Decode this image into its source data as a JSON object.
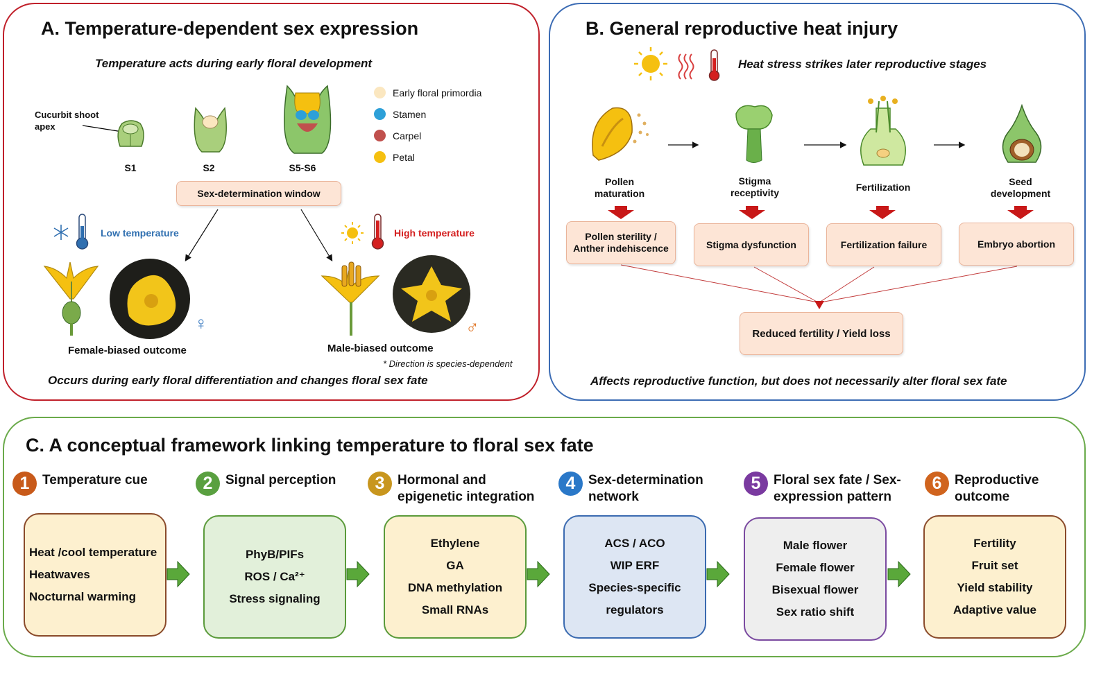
{
  "panelA": {
    "title": "A. Temperature-dependent sex expression",
    "subtitle": "Temperature acts during early floral development",
    "apex_label": "Cucurbit shoot\napex",
    "stages": [
      "S1",
      "S2",
      "S5-S6"
    ],
    "legend": [
      {
        "label": "Early floral primordia",
        "color": "#fbe7c0"
      },
      {
        "label": "Stamen",
        "color": "#2da0d8"
      },
      {
        "label": "Carpel",
        "color": "#c0504d"
      },
      {
        "label": "Petal",
        "color": "#f5c010"
      }
    ],
    "window_label": "Sex-determination window",
    "low_temp": "Low temperature",
    "high_temp": "High temperature",
    "female_outcome": "Female-biased outcome",
    "male_outcome": "Male-biased outcome",
    "female_symbol": "♀",
    "male_symbol": "♂",
    "note": "* Direction is species-dependent",
    "footer": "Occurs during early floral differentiation and changes floral sex fate",
    "colors": {
      "border": "#c0202a",
      "low": "#2f6fb0",
      "high": "#d42020",
      "female_sym": "#3a7ac0",
      "male_sym": "#e0782a"
    }
  },
  "panelB": {
    "title": "B. General reproductive heat injury",
    "subtitle": "Heat stress strikes later reproductive stages",
    "stages": [
      {
        "label": "Pollen\nmaturation",
        "effect": "Pollen sterility /\nAnther indehiscence"
      },
      {
        "label": "Stigma\nreceptivity",
        "effect": "Stigma dysfunction"
      },
      {
        "label": "Fertilization",
        "effect": "Fertilization failure"
      },
      {
        "label": "Seed\ndevelopment",
        "effect": "Embryo abortion"
      }
    ],
    "result": "Reduced fertility / Yield loss",
    "footer": "Affects reproductive function, but does not necessarily alter floral sex fate",
    "colors": {
      "border": "#3c6cb4",
      "down_arrow": "#c81818"
    }
  },
  "panelC": {
    "title": "C. A conceptual framework linking temperature to floral sex fate",
    "steps": [
      {
        "num": "1",
        "title": "Temperature cue",
        "items": [
          "Heat /cool temperature",
          "Heatwaves",
          "Nocturnal warming"
        ],
        "num_color": "#c85a1a",
        "fill": "#fdf0cf",
        "border": "#8a4a2a"
      },
      {
        "num": "2",
        "title": "Signal perception",
        "items": [
          "PhyB/PIFs",
          "ROS / Ca²⁺",
          "Stress signaling"
        ],
        "num_color": "#5aa040",
        "fill": "#e2f0da",
        "border": "#5a9a3a"
      },
      {
        "num": "3",
        "title": "Hormonal and\nepigenetic integration",
        "items": [
          "Ethylene",
          "GA",
          "DNA methylation",
          "Small RNAs"
        ],
        "num_color": "#c8961e",
        "fill": "#fdf0cf",
        "border": "#5a9a3a"
      },
      {
        "num": "4",
        "title": "Sex-determination\nnetwork",
        "items": [
          "ACS / ACO",
          "WIP ERF",
          "Species-specific",
          "regulators"
        ],
        "num_color": "#2a78c8",
        "fill": "#dde6f3",
        "border": "#3a6ab0"
      },
      {
        "num": "5",
        "title": "Floral sex fate / Sex-\nexpression pattern",
        "items": [
          "Male flower",
          "Female flower",
          "Bisexual flower",
          "Sex ratio shift"
        ],
        "num_color": "#7a3aa0",
        "fill": "#eeeeee",
        "border": "#7a4aa0"
      },
      {
        "num": "6",
        "title": "Reproductive\noutcome",
        "items": [
          "Fertility",
          "Fruit set",
          "Yield stability",
          "Adaptive value"
        ],
        "num_color": "#d0641e",
        "fill": "#fdf0cf",
        "border": "#8a4a2a"
      }
    ],
    "colors": {
      "border": "#6aaa4a",
      "arrow": "#5aa83a"
    }
  }
}
